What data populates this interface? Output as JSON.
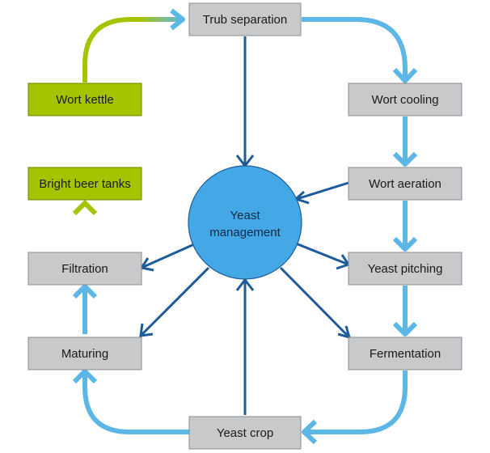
{
  "center": {
    "line1": "Yeast",
    "line2": "management"
  },
  "nodes": {
    "trub_separation": "Trub separation",
    "wort_kettle": "Wort kettle",
    "wort_cooling": "Wort cooling",
    "wort_aeration": "Wort aeration",
    "yeast_pitching": "Yeast pitching",
    "fermentation": "Fermentation",
    "yeast_crop": "Yeast crop",
    "maturing": "Maturing",
    "filtration": "Filtration",
    "bright_beer_tanks": "Bright beer tanks"
  },
  "colors": {
    "process_box": "#c8c9cb",
    "start_end_box": "#a5c400",
    "flow_arrow": "#5db7e6",
    "management_arrow": "#1d5c99",
    "center_circle": "#45a8e6"
  }
}
